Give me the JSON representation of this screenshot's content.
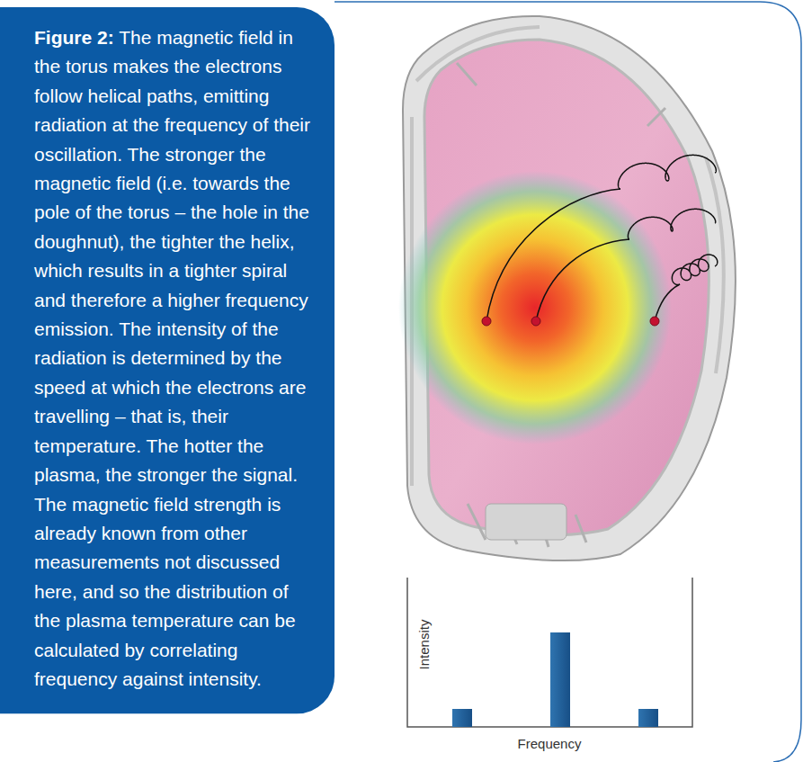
{
  "diagram": {
    "caption": "Figure 2: The magnetic field in the torus makes the electrons follow helical paths, emitting radiation at the frequency of their oscillation. The stronger the magnetic field (i.e. towards the pole of the torus – the hole in the doughnut), the tighter the helix, which results in a tighter spiral and therefore a higher frequency emission. The intensity of the radiation is determined by the speed at which the electrons are travelling – that is, their temperature. The hotter the plasma, the stronger the signal. The magnetic field strength is already known from other measurements not discussed here, and so the distribution of the plasma temperature can be calculated by correlating frequency against intensity.",
    "labels": [
      "Intensity",
      "Frequency"
    ]
  }
}
